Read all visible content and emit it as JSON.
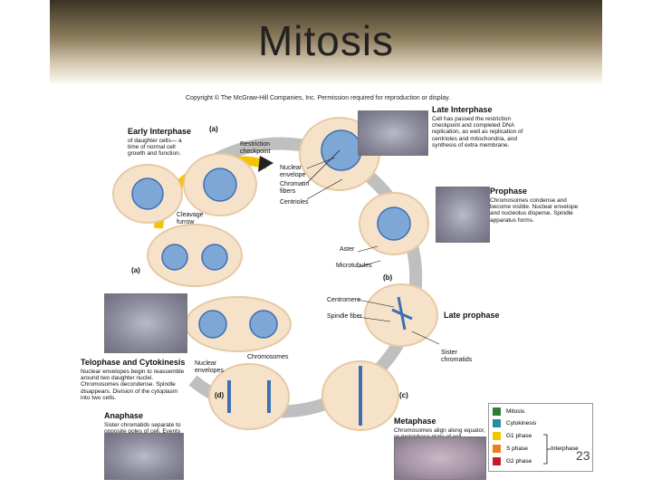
{
  "slide": {
    "title": "Mitosis",
    "page_number": "23"
  },
  "figure": {
    "copyright": "Copyright © The McGraw-Hill Companies, Inc. Permission required for reproduction or display.",
    "letters": {
      "a_top": "(a)",
      "a_left": "(a)",
      "b": "(b)",
      "c": "(c)",
      "d": "(d)"
    },
    "stages": {
      "early_interphase": {
        "title": "Early Interphase",
        "desc": "of daughter cells— a time of normal cell growth and function."
      },
      "late_interphase": {
        "title": "Late Interphase",
        "desc": "Cell has passed the restriction checkpoint and completed DNA replication, as well as replication of centrioles and mitochondria, and synthesis of extra membrane."
      },
      "prophase": {
        "title": "Prophase",
        "desc": "Chromosomes condense and become visible. Nuclear envelope and nucleolus disperse. Spindle apparatus forms."
      },
      "late_prophase": {
        "title": "Late prophase"
      },
      "metaphase": {
        "title": "Metaphase",
        "desc": "Chromosomes align along equator, or metaphase plate of cell."
      },
      "anaphase": {
        "title": "Anaphase",
        "desc": "Sister chromatids separate to opposite poles of cell. Events begin which lead to cytokinesis."
      },
      "telophase": {
        "title": "Telophase and Cytokinesis",
        "desc": "Nuclear envelopes begin to reassemble around two daughter nuclei. Chromosomes decondense. Spindle disappears. Division of the cytoplasm into two cells."
      }
    },
    "labels": {
      "restriction_checkpoint": "Restriction checkpoint",
      "nuclear_envelope": "Nuclear envelope",
      "chromatin_fibers": "Chromatin fibers",
      "centrioles": "Centrioles",
      "cleavage_furrow": "Cleavage furrow",
      "aster": "Aster",
      "microtubules": "Microtubules",
      "centromere": "Centromere",
      "spindle_fiber": "Spindle fiber",
      "sister_chromatids": "Sister chromatids",
      "chromosomes": "Chromosomes",
      "nuclear_envelopes": "Nuclear envelopes"
    },
    "legend": {
      "items": [
        {
          "label": "Mitosis",
          "color": "#2f7d3a"
        },
        {
          "label": "Cytokinesis",
          "color": "#2a8aa0"
        },
        {
          "label": "G1 phase",
          "color": "#f2c500"
        },
        {
          "label": "S phase",
          "color": "#ee7d1c"
        },
        {
          "label": "G2 phase",
          "color": "#c11d2b"
        }
      ],
      "bracket_label": "Interphase"
    }
  }
}
